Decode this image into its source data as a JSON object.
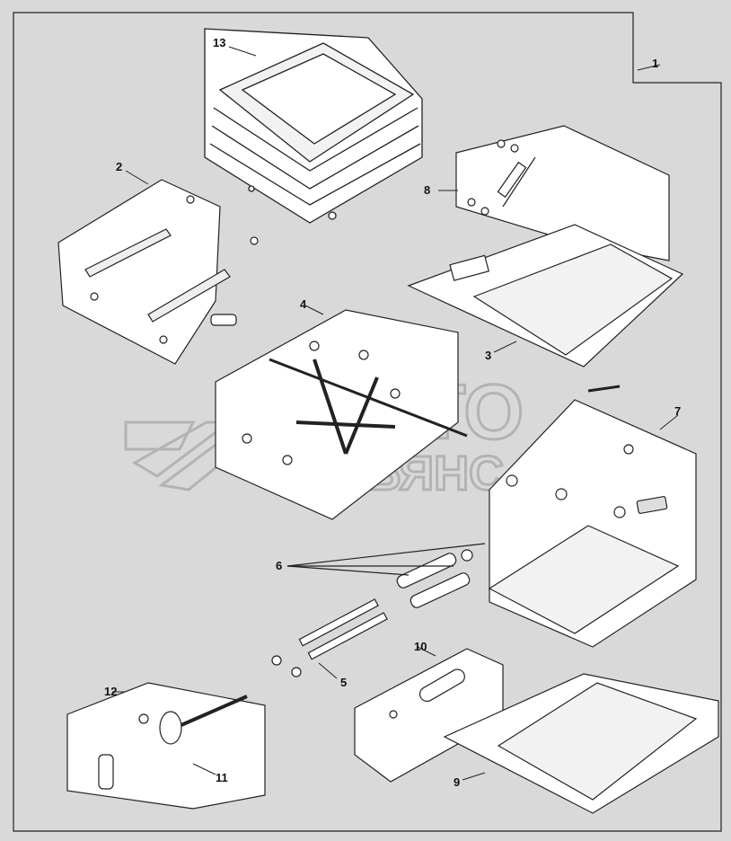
{
  "callouts": {
    "c1": "1",
    "c2": "2",
    "c3": "3",
    "c4": "4",
    "c5": "5",
    "c6": "6",
    "c7": "7",
    "c8": "8",
    "c9": "9",
    "c10": "10",
    "c11": "11",
    "c12": "12",
    "c13": "13"
  },
  "watermark": {
    "line1": "АВТО",
    "line2": "АЛЬЯНС"
  },
  "colors": {
    "background": "#d9d9d9",
    "ink": "#111111",
    "panel": "#ffffff",
    "watermark": "#b9b9b9"
  }
}
